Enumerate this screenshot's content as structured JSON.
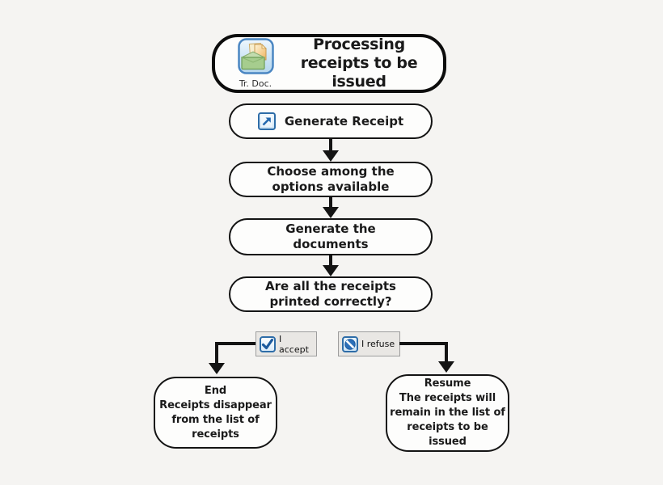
{
  "colors": {
    "background": "#f5f4f2",
    "node_fill": "#fdfdfc",
    "node_border": "#141414",
    "button_fill": "#e9e7e4",
    "button_border": "#9d9d9d",
    "icon_blue": "#2e6da8",
    "icon_dark_blue": "#1c5a9e",
    "icon_green": "#a6cd8e",
    "icon_page_tan": "#f6dd9e"
  },
  "start": {
    "title": "Processing receipts to be issued",
    "icon": "transfer-document-icon",
    "icon_caption": "Tr. Doc."
  },
  "steps": [
    {
      "label": "Generate Receipt",
      "icon": "generate-receipt-icon"
    },
    {
      "label": "Choose among the options available"
    },
    {
      "label": "Generate the documents"
    },
    {
      "label": "Are all the receipts printed correctly?"
    }
  ],
  "choices": {
    "accept": {
      "label": "I accept",
      "icon": "checkbox-checked-icon"
    },
    "refuse": {
      "label": "I refuse",
      "icon": "prohibition-icon"
    }
  },
  "outcomes": {
    "end": {
      "title": "End",
      "description": "Receipts disappear from the list of receipts"
    },
    "resume": {
      "title": "Resume",
      "description": "The receipts will remain in the list of receipts to be issued"
    }
  }
}
